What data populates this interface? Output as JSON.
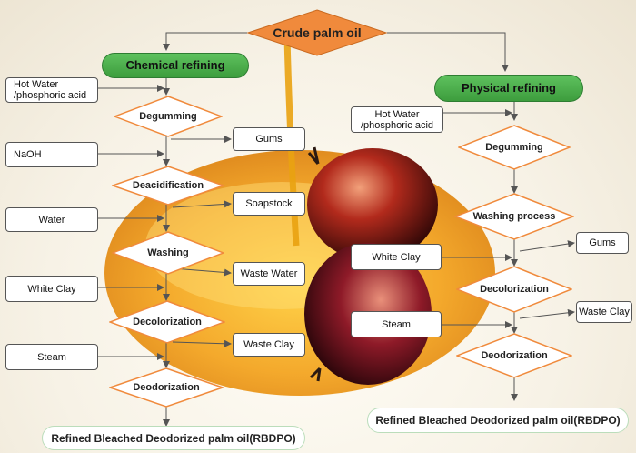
{
  "top": "Crude palm oil",
  "chemical": {
    "title": "Chemical refining",
    "inputs": [
      "Hot Water\n/phosphoric acid",
      "NaOH",
      "Water",
      "White Clay",
      "Steam"
    ],
    "steps": [
      "Degumming",
      "Deacidification",
      "Washing",
      "Decolorization",
      "Deodorization"
    ],
    "outputs": [
      "Gums",
      "Soapstock",
      "Waste Water",
      "Waste Clay"
    ],
    "result": "Refined Bleached Deodorized palm oil(RBDPO)"
  },
  "physical": {
    "title": "Physical refining",
    "inputs": [
      "Hot Water\n/phosphoric acid",
      "White Clay",
      "Steam"
    ],
    "steps": [
      "Degumming",
      "Washing process",
      "Decolorization",
      "Deodorization"
    ],
    "outputs": [
      "Gums",
      "Waste Clay"
    ],
    "result": "Refined Bleached Deodorized palm oil(RBDPO)"
  },
  "colors": {
    "diamond_orange": "#f08a3c",
    "diamond_fill": "#ffffff",
    "pill_green": "#4caf50"
  }
}
